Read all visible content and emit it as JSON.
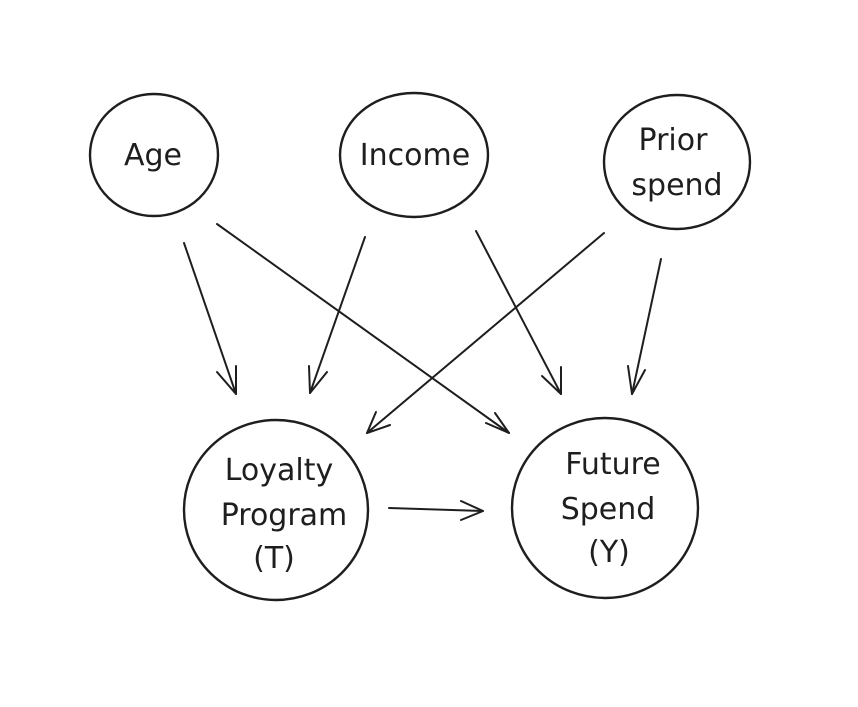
{
  "nodes": {
    "age": {
      "lines": [
        "Age"
      ]
    },
    "income": {
      "lines": [
        "Income"
      ]
    },
    "prior_spend": {
      "lines": [
        "Prior",
        "spend"
      ]
    },
    "loyalty_program": {
      "lines": [
        "Loyalty",
        "Program",
        "(T)"
      ]
    },
    "future_spend": {
      "lines": [
        "Future",
        "Spend",
        "(Y)"
      ]
    }
  },
  "edges": [
    {
      "from": "Age",
      "to": "Loyalty Program (T)"
    },
    {
      "from": "Age",
      "to": "Future Spend (Y)"
    },
    {
      "from": "Income",
      "to": "Loyalty Program (T)"
    },
    {
      "from": "Income",
      "to": "Future Spend (Y)"
    },
    {
      "from": "Prior spend",
      "to": "Loyalty Program (T)"
    },
    {
      "from": "Prior spend",
      "to": "Future Spend (Y)"
    },
    {
      "from": "Loyalty Program (T)",
      "to": "Future Spend (Y)"
    }
  ],
  "colors": {
    "ink": "#1e1e1e",
    "background": "#ffffff"
  }
}
